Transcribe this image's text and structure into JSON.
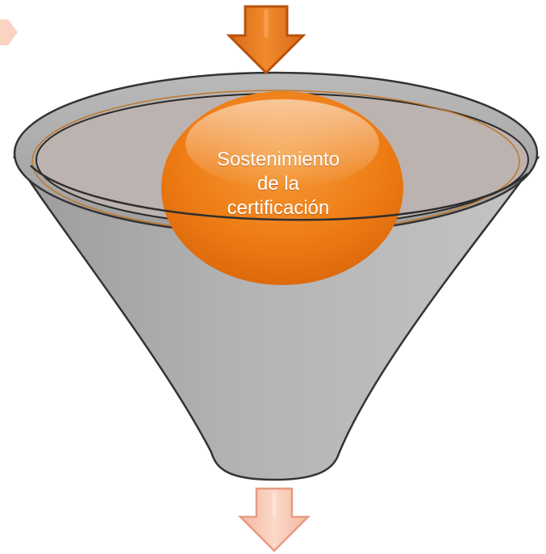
{
  "diagram": {
    "label_lines": [
      "Sostenimiento",
      "de la",
      "certificación"
    ]
  },
  "colors": {
    "funnel_gray": "#a8a8a8",
    "funnel_outline": "#3a3a3a",
    "bowl_fill": "#bdb3b0",
    "center_orange": "#f07b12",
    "input_arrow": "#e2781c",
    "output_arrow": "#f7c9b5",
    "corner_accent": "#fbd3c3"
  }
}
